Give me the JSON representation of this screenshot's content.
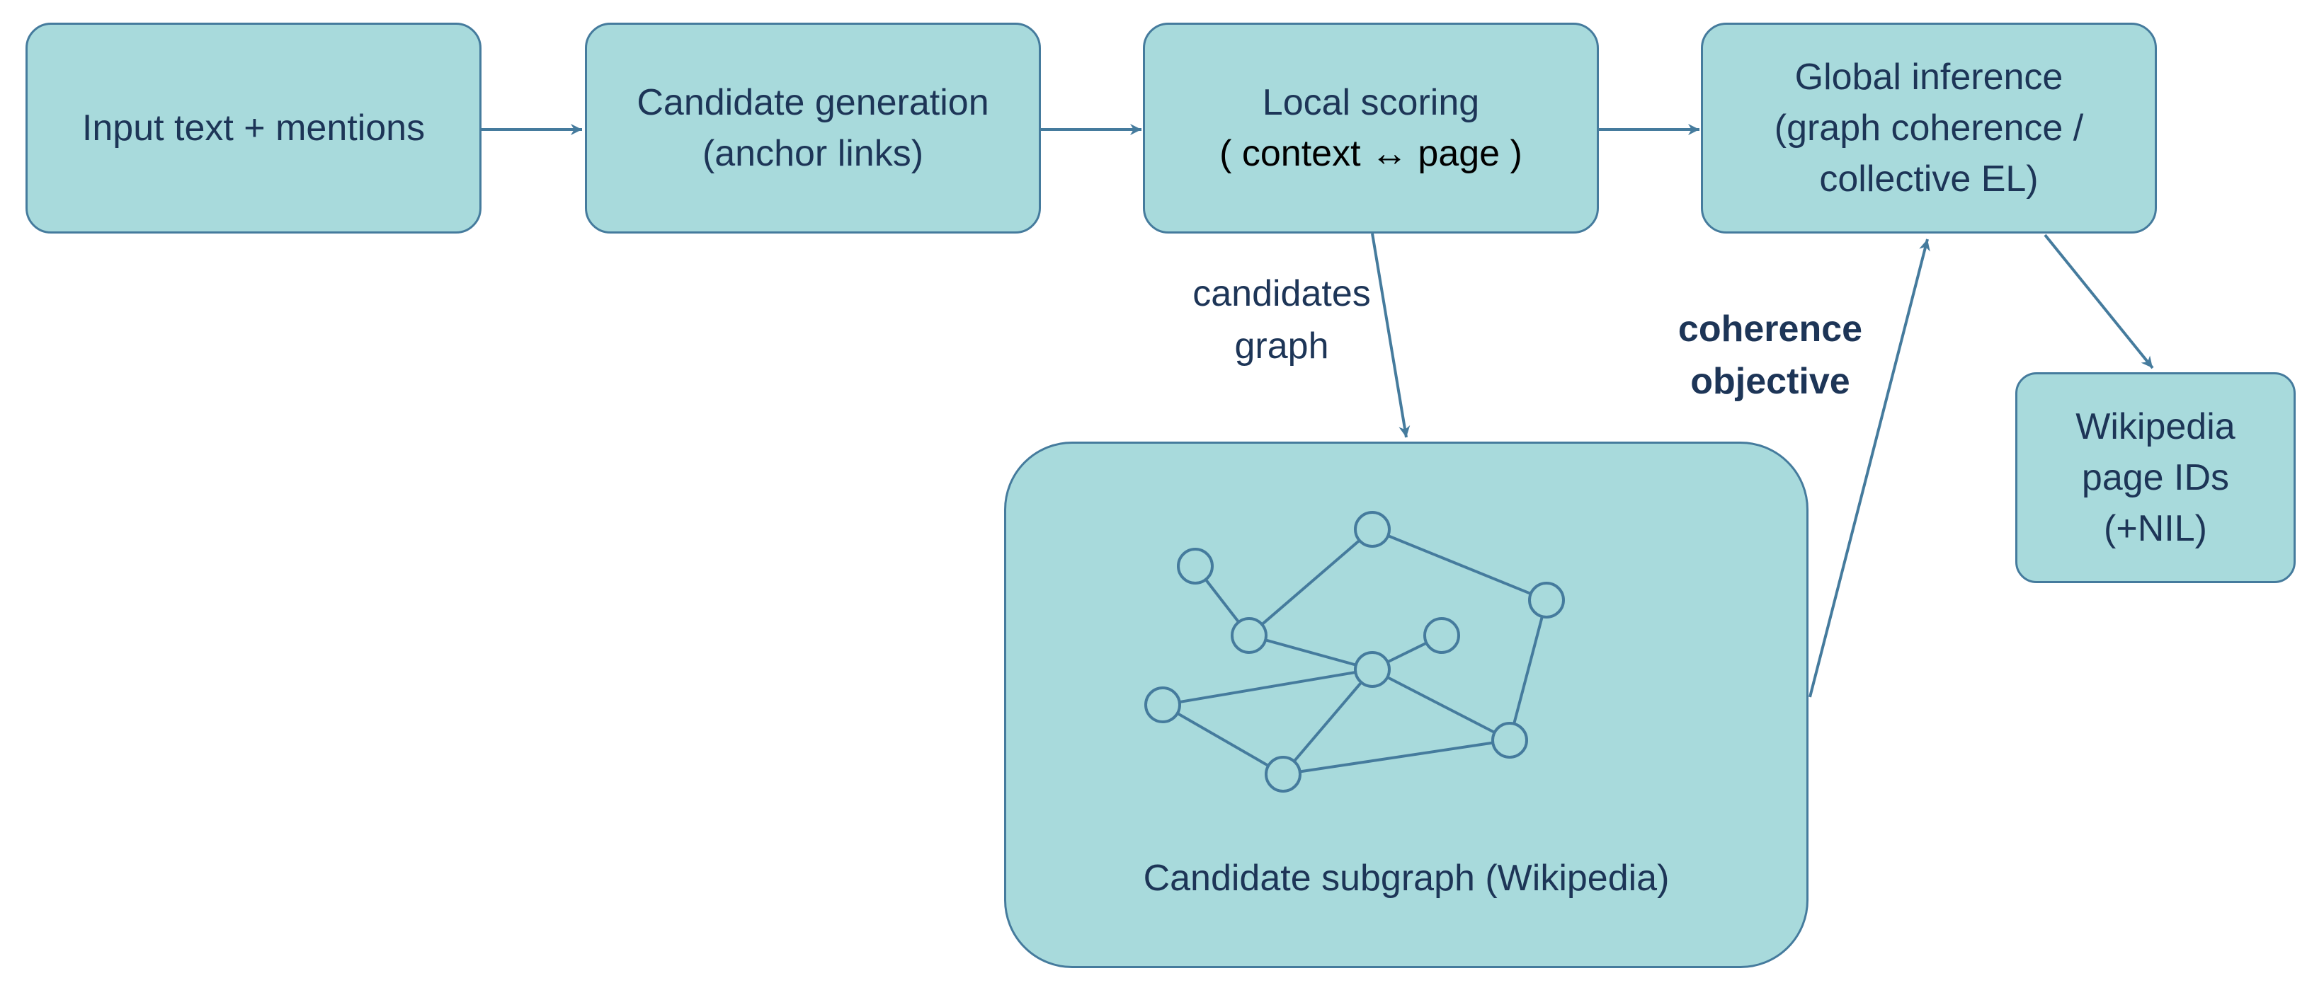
{
  "nodes": {
    "input": {
      "line1": "Input text + mentions"
    },
    "candidate_generation": {
      "line1": "Candidate generation",
      "line2": "(anchor links)"
    },
    "local_scoring": {
      "line1": "Local scoring",
      "line2": "( context ↔ page )"
    },
    "global_inference": {
      "line1": "Global inference",
      "line2": "(graph coherence /",
      "line3": "collective EL)"
    },
    "output": {
      "line1": "Wikipedia",
      "line2": "page IDs",
      "line3": "(+NIL)"
    },
    "candidate_subgraph": {
      "title": "Candidate subgraph (Wikipedia)"
    }
  },
  "edge_labels": {
    "candidates_graph": {
      "line1": "candidates",
      "line2": "graph"
    },
    "coherence_objective": {
      "line1": "coherence",
      "line2": "objective"
    }
  },
  "colors": {
    "box_fill": "#a8dadc",
    "box_stroke": "#457b9d",
    "text": "#1d3557",
    "arrow": "#457b9d"
  }
}
